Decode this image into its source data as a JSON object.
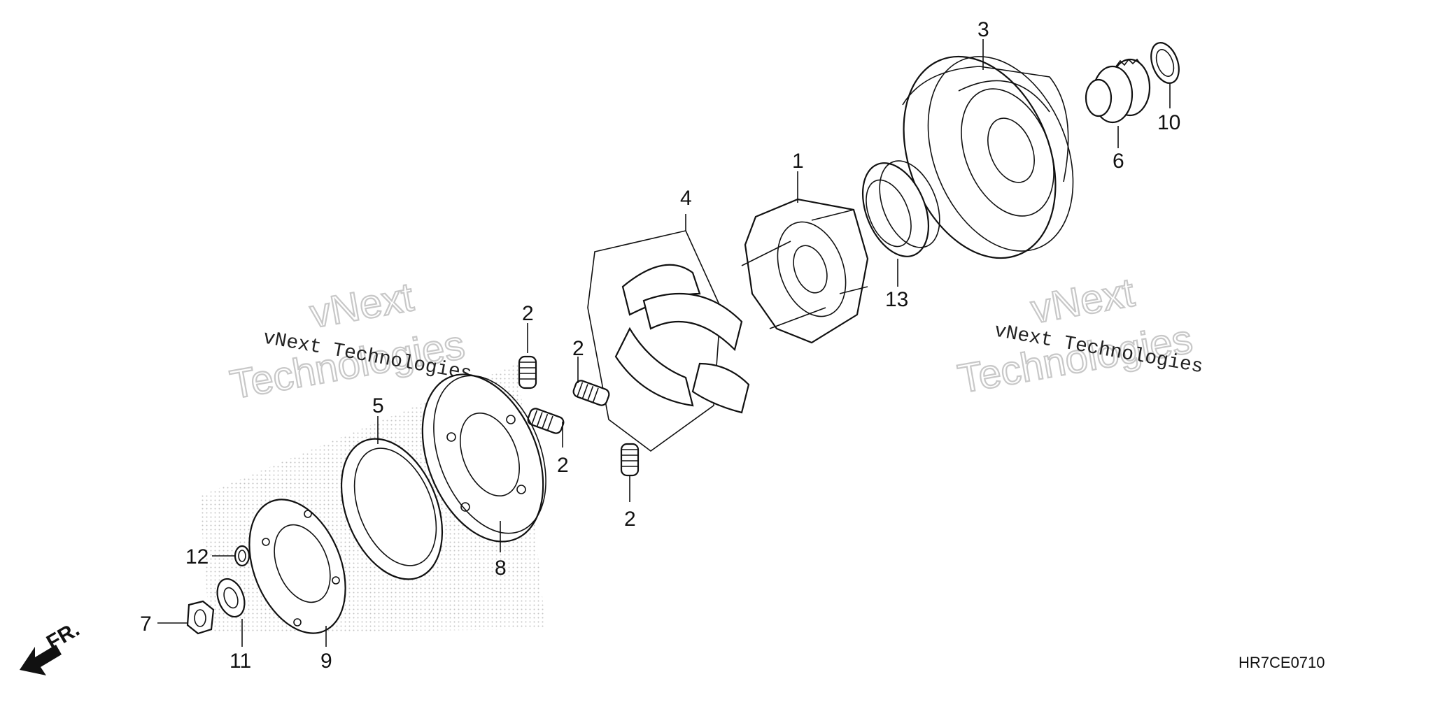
{
  "diagram": {
    "callouts": [
      {
        "id": "c1",
        "text": "1"
      },
      {
        "id": "c2a",
        "text": "2"
      },
      {
        "id": "c2b",
        "text": "2"
      },
      {
        "id": "c2c",
        "text": "2"
      },
      {
        "id": "c2d",
        "text": "2"
      },
      {
        "id": "c3",
        "text": "3"
      },
      {
        "id": "c4",
        "text": "4"
      },
      {
        "id": "c5",
        "text": "5"
      },
      {
        "id": "c6",
        "text": "6"
      },
      {
        "id": "c7",
        "text": "7"
      },
      {
        "id": "c8",
        "text": "8"
      },
      {
        "id": "c9",
        "text": "9"
      },
      {
        "id": "c10",
        "text": "10"
      },
      {
        "id": "c11",
        "text": "11"
      },
      {
        "id": "c12",
        "text": "12"
      },
      {
        "id": "c13",
        "text": "13"
      }
    ],
    "diagram_code": "HR7CE0710",
    "direction_label": "FR.",
    "watermark": {
      "line_small": "vNext Technologies",
      "line_big_1": "vNext",
      "line_big_2": "Technologies"
    }
  }
}
